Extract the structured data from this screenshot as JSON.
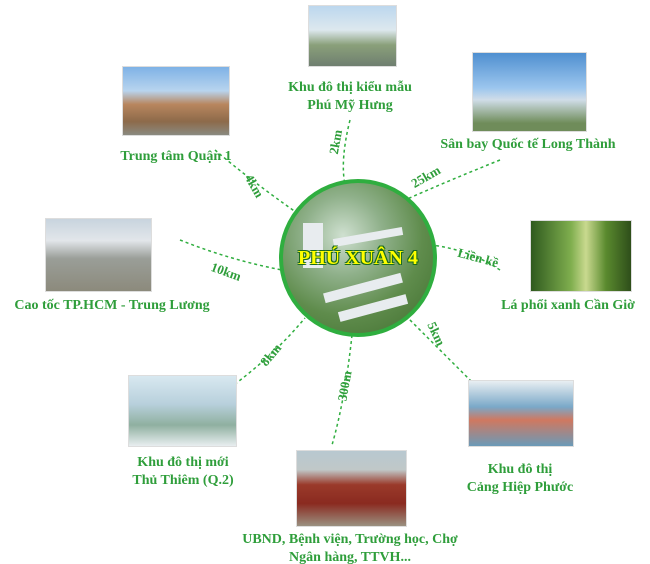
{
  "center": {
    "title": "PHÚ XUÂN 4"
  },
  "destinations": [
    {
      "id": "phu-my-hung",
      "lines": [
        "Khu đô thị kiểu mẫu",
        "Phú Mỹ Hưng"
      ],
      "distance": "2km"
    },
    {
      "id": "quan-1",
      "lines": [
        "Trung tâm Quận 1"
      ],
      "distance": "4km"
    },
    {
      "id": "long-thanh",
      "lines": [
        "Sân bay Quốc tế Long Thành"
      ],
      "distance": "25km"
    },
    {
      "id": "can-gio",
      "lines": [
        "Lá phổi xanh Cần Giờ"
      ],
      "distance": "Liền kề"
    },
    {
      "id": "cao-toc",
      "lines": [
        "Cao tốc TP.HCM - Trung Lương"
      ],
      "distance": "10km"
    },
    {
      "id": "hiep-phuoc",
      "lines": [
        "Khu đô thị",
        "Cảng Hiệp Phước"
      ],
      "distance": "5km"
    },
    {
      "id": "thu-thiem",
      "lines": [
        "Khu đô thị mới",
        "Thủ Thiêm (Q.2)"
      ],
      "distance": "8km"
    },
    {
      "id": "ubnd",
      "lines": [
        "UBND, Bệnh viện, Trường học, Chợ",
        "Ngân hàng, TTVH..."
      ],
      "distance": "300m"
    }
  ],
  "colors": {
    "text": "#2f9e3b",
    "line": "#2fae3f",
    "title": "#ffff00"
  }
}
